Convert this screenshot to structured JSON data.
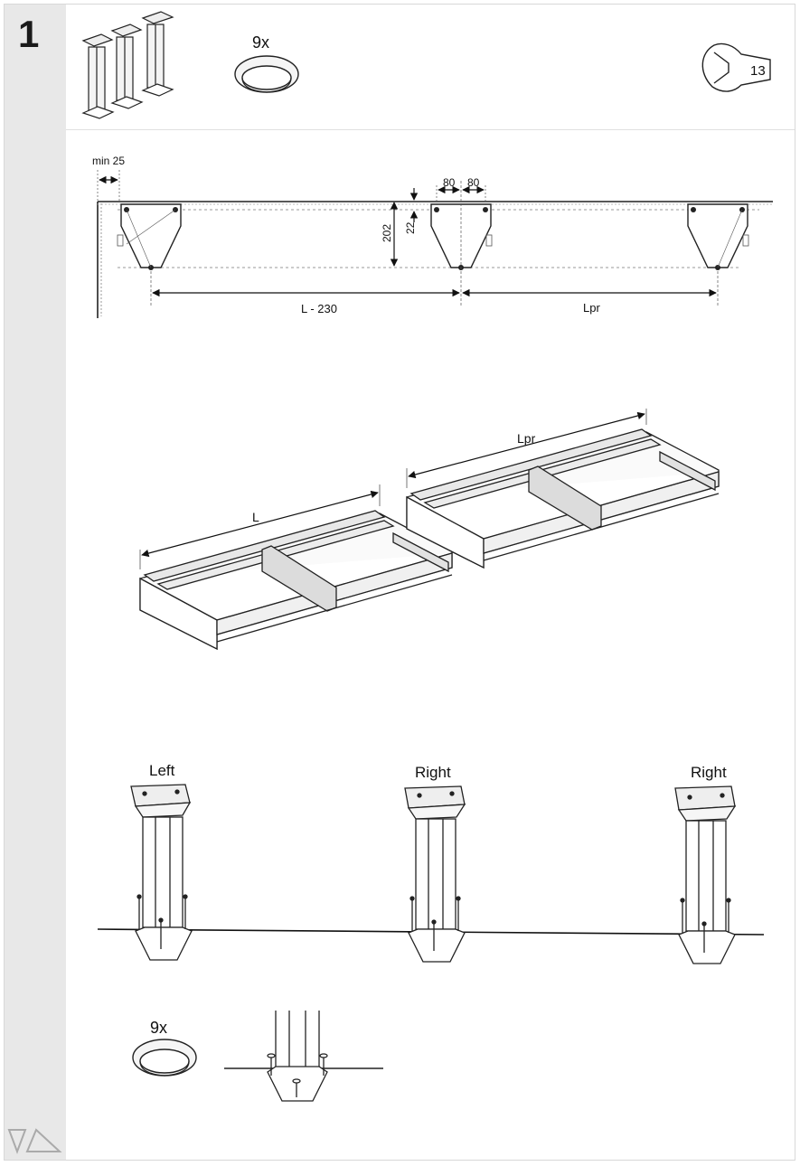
{
  "step": {
    "number": "1"
  },
  "header": {
    "ring_qty_top": "9x",
    "wrench_size": "13"
  },
  "plan_diagram": {
    "min_label": "min 25",
    "spacing_a": "80",
    "spacing_b": "80",
    "height_main": "202",
    "height_small": "22",
    "length_first": "L - 230",
    "length_second": "Lpr"
  },
  "drawer_diagram": {
    "length_left": "L",
    "length_right": "Lpr"
  },
  "legs": {
    "left_label": "Left",
    "middle_label": "Right",
    "right_label": "Right"
  },
  "footer": {
    "ring_qty_bottom": "9x"
  }
}
